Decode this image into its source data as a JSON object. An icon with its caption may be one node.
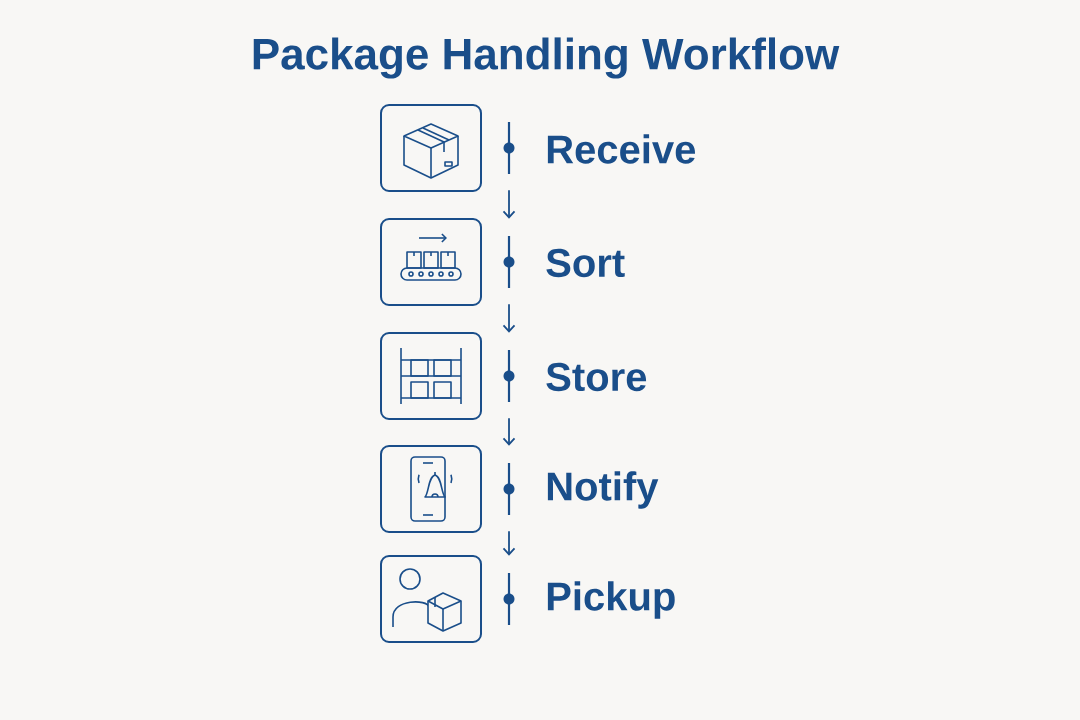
{
  "diagram": {
    "title": "Package Handling Workflow",
    "nodes": [
      {
        "text": [
          "Receive"
        ]
      },
      {
        "text": [
          "Sort"
        ]
      },
      {
        "text": [
          "Store"
        ]
      },
      {
        "text": [
          "Notify"
        ]
      },
      {
        "text": [
          "Pickup"
        ]
      }
    ],
    "edges": [
      {
        "from": 0,
        "to": 1,
        "arrow": "to"
      },
      {
        "from": 1,
        "to": 2,
        "arrow": "to"
      },
      {
        "from": 2,
        "to": 3,
        "arrow": "to"
      },
      {
        "from": 3,
        "to": 4,
        "arrow": "to"
      }
    ]
  }
}
